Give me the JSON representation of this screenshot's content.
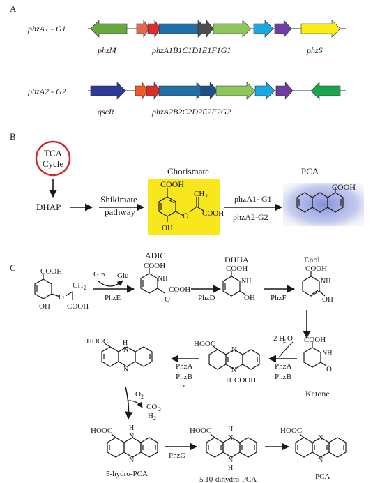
{
  "panels": {
    "a": "A",
    "b": "B",
    "c": "C"
  },
  "operon1": {
    "name": "phzA1 - G1",
    "labels": {
      "left": "phzM",
      "center": "phzA1B1C1D1E1F1G1",
      "right": "phzS"
    },
    "genes": [
      {
        "dir": "left",
        "color": "#6aa93f"
      },
      {
        "dir": "right",
        "color": "#e2694d"
      },
      {
        "dir": "right",
        "color": "#d82f2c"
      },
      {
        "dir": "right",
        "color": "#1f6fa8"
      },
      {
        "dir": "right",
        "color": "#4e4e52"
      },
      {
        "dir": "right",
        "color": "#8dc65c"
      },
      {
        "dir": "right",
        "color": "#1aa8e0"
      },
      {
        "dir": "right",
        "color": "#6e3ea1"
      },
      {
        "dir": "right",
        "color": "#f6ee16"
      }
    ]
  },
  "operon2": {
    "name": "phzA2 - G2",
    "labels": {
      "left": "qscR",
      "center": "phzA2B2C2D2E2F2G2"
    },
    "genes": [
      {
        "dir": "right",
        "color": "#2d3a9a"
      },
      {
        "dir": "right",
        "color": "#ef5a2a"
      },
      {
        "dir": "right",
        "color": "#d82f2c"
      },
      {
        "dir": "right",
        "color": "#1f6fa8"
      },
      {
        "dir": "right",
        "color": "#1f4f8a"
      },
      {
        "dir": "right",
        "color": "#8dc65c"
      },
      {
        "dir": "right",
        "color": "#1aa8e0"
      },
      {
        "dir": "right",
        "color": "#6e3ea1"
      },
      {
        "dir": "left",
        "color": "#1da44f"
      }
    ]
  },
  "panel_b": {
    "tca_line1": "TCA",
    "tca_line2": "Cycle",
    "dhap": "DHAP",
    "shikimate_line1": "Shikimate",
    "shikimate_line2": "pathway",
    "chorismate": "Chorismate",
    "cooh": "COOH",
    "ch2": "CH",
    "ch2_sub": "2",
    "oh": "OH",
    "o": "O",
    "pca": "PCA",
    "pca_cooh": "COOH",
    "enzyme1": "phzA1- G1",
    "enzyme2": "phzA2-G2",
    "highlight_color": "#f8e71c",
    "pca_glow_color": "#8a97d8"
  },
  "panel_c": {
    "adic": "ADIC",
    "dhha": "DHHA",
    "enol": "Enol",
    "ketone": "Ketone",
    "gln": "Gln",
    "glu": "Glu",
    "phze": "PhzE",
    "phzd": "PhzD",
    "phzf": "PhzF",
    "phza": "PhzA",
    "phzb": "PhzB",
    "question": "?",
    "phzg": "PhzG",
    "water": "2 H",
    "water_sub": "2",
    "water_o": "O",
    "o2": "O",
    "o2_sub": "2",
    "co2": "CO",
    "co2_sub": "2",
    "h2": "H",
    "h2_sub": "2",
    "cooh": "COOH",
    "hooc": "HOOC",
    "nh2": "NH",
    "nh2_sub": "2",
    "oh": "OH",
    "o": "O",
    "n": "N",
    "h": "H",
    "hydro5": "5-hydro-PCA",
    "dihydro": "5,10-dihydro-PCA",
    "pca": "PCA"
  }
}
